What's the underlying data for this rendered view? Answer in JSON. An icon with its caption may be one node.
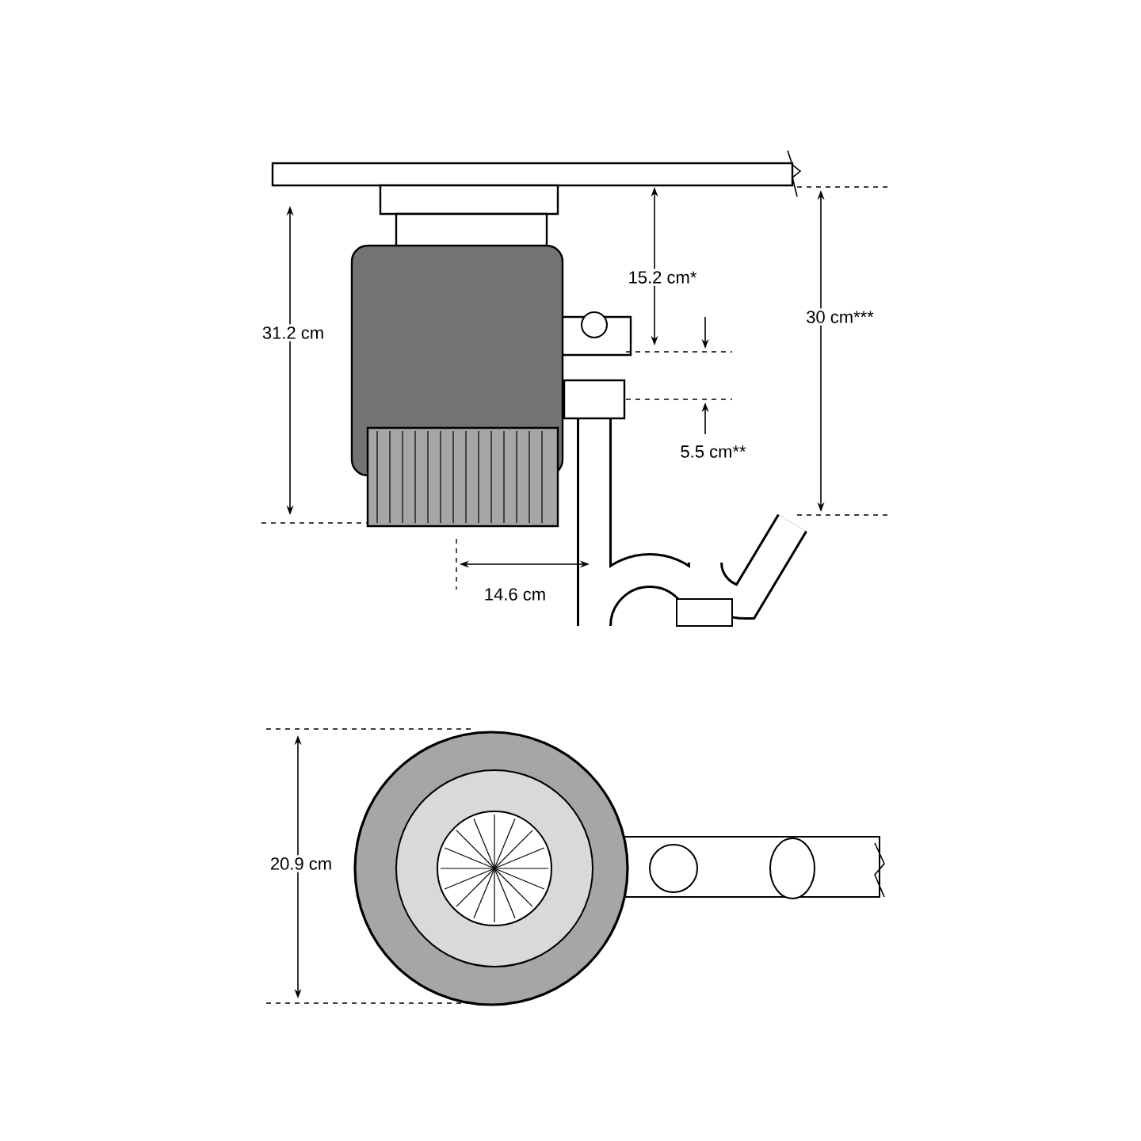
{
  "diagram": {
    "labels": [
      "31.2 cm",
      "15.2 cm*",
      "30 cm***",
      "5.5 cm**",
      "14.6 cm",
      "20.9 cm"
    ]
  }
}
